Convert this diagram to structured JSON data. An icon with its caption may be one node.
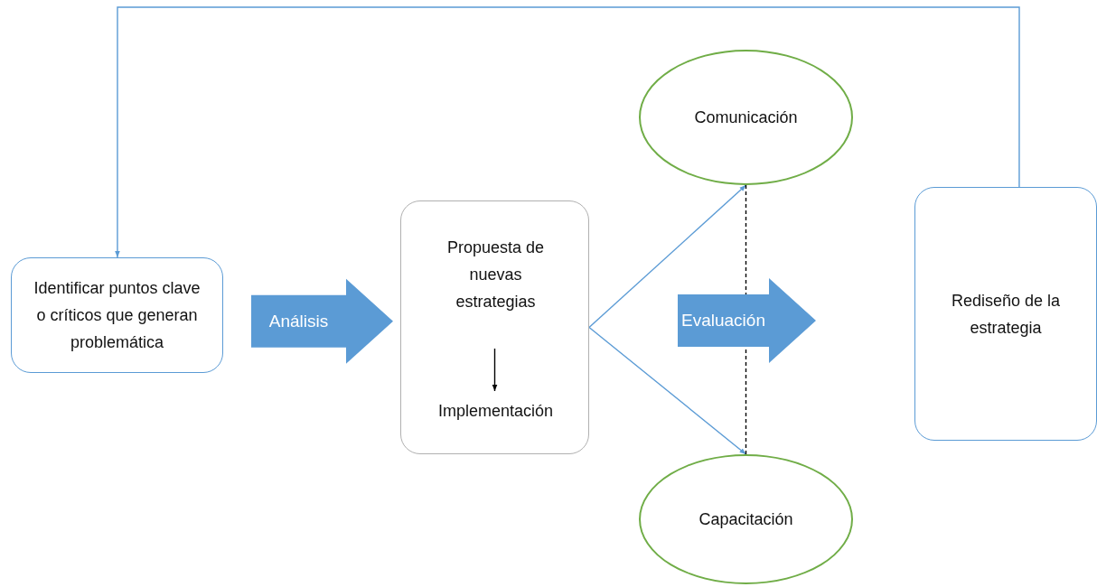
{
  "diagram": {
    "nodes": [
      {
        "text": [
          "Identificar puntos clave o críticos que generan problemática"
        ]
      },
      {
        "text": [],
        "shape": "box"
      },
      {
        "text": [
          "Propuesta de nuevas estrategias"
        ],
        "in": 1
      },
      {
        "text": [
          "Implementación"
        ],
        "in": 1
      },
      {
        "text": [
          "Comunicación"
        ]
      },
      {
        "text": [
          "Capacitación"
        ]
      },
      {
        "text": [
          "Rediseño de la estrategia"
        ]
      }
    ],
    "edges": [
      {
        "from": 0,
        "to": 1,
        "arrow": "to",
        "label": "Análisis",
        "style": "thick"
      },
      {
        "from": 1,
        "to": 4,
        "arrow": "to"
      },
      {
        "from": 1,
        "to": 5,
        "arrow": "to"
      },
      {
        "from": 4,
        "to": 5,
        "arrow": "none",
        "style": "dashed",
        "color": "#000000"
      },
      {
        "from": 6,
        "to": 0,
        "arrow": "to"
      },
      {
        "from": 2,
        "to": 3,
        "arrow": "to",
        "color": "#000000"
      },
      {
        "from": 1,
        "to": 6,
        "arrow": "to",
        "label": "Evaluación",
        "style": "thick"
      }
    ]
  }
}
